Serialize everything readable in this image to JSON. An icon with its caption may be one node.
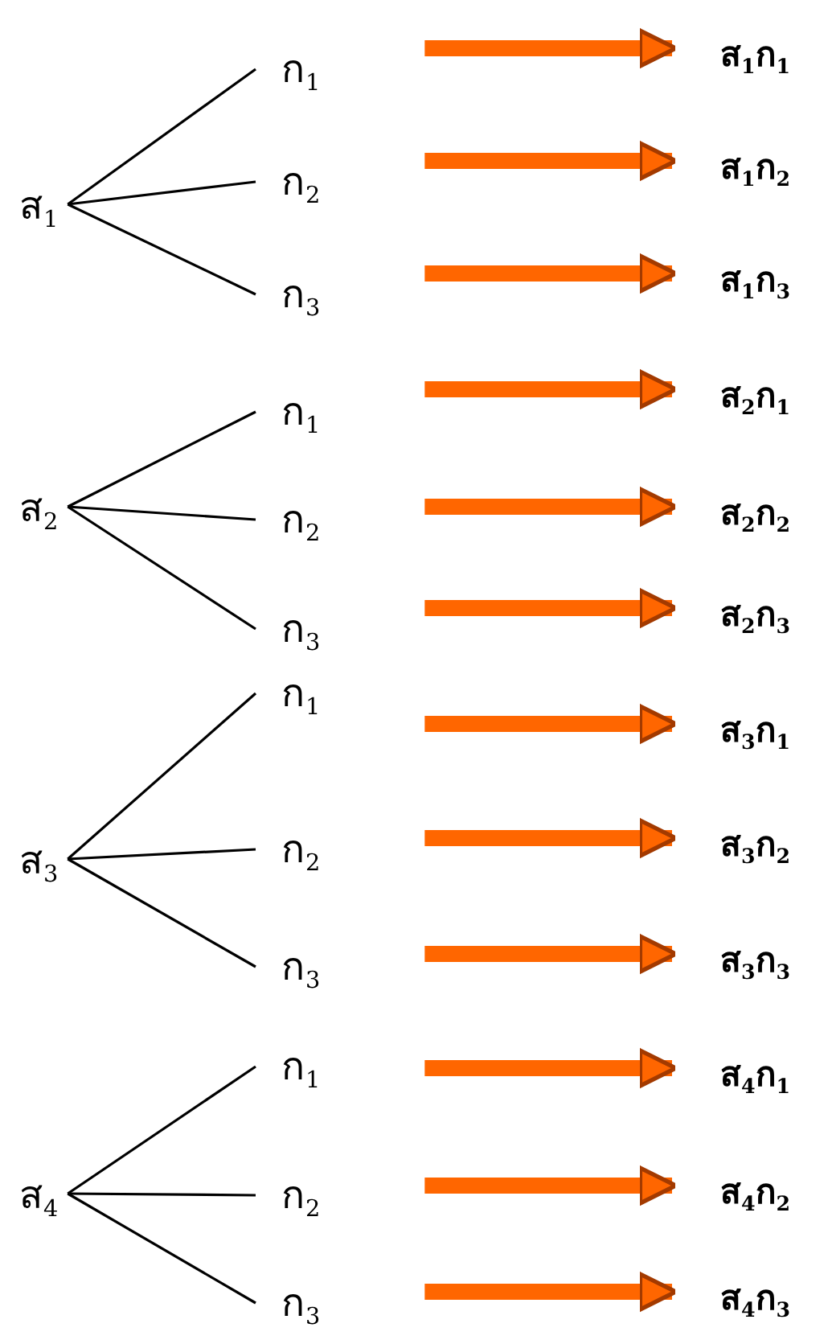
{
  "diagram": {
    "nodes": [
      {
        "text": [
          "ส$_{1}$"
        ]
      },
      {
        "text": [
          "ก$_{1}$"
        ]
      },
      {
        "text": [
          "ส$_{1}$ก$_{1}$"
        ]
      },
      {
        "text": [
          "ก$_{2}$"
        ]
      },
      {
        "text": [
          "ส$_{1}$ก$_{2}$"
        ]
      },
      {
        "text": [
          "ก$_{3}$"
        ]
      },
      {
        "text": [
          "ส$_{1}$ก$_{3}$"
        ]
      },
      {
        "text": [
          "ส$_{2}$"
        ]
      },
      {
        "text": [
          "ก$_{1}$"
        ]
      },
      {
        "text": [
          "ส$_{2}$ก$_{1}$"
        ]
      },
      {
        "text": [
          "ก$_{2}$"
        ]
      },
      {
        "text": [
          "ส$_{2}$ก$_{2}$"
        ]
      },
      {
        "text": [
          "ก$_{3}$"
        ]
      },
      {
        "text": [
          "ส$_{2}$ก$_{3}$"
        ]
      },
      {
        "text": [
          "ส$_{3}$"
        ]
      },
      {
        "text": [
          "ก$_{1}$"
        ]
      },
      {
        "text": [
          "ส$_{3}$ก$_{1}$"
        ]
      },
      {
        "text": [
          "ก$_{2}$"
        ]
      },
      {
        "text": [
          "ส$_{3}$ก$_{2}$"
        ]
      },
      {
        "text": [
          "ก$_{3}$"
        ]
      },
      {
        "text": [
          "ส$_{3}$ก$_{3}$"
        ]
      },
      {
        "text": [
          "ส$_{4}$"
        ]
      },
      {
        "text": [
          "ก$_{1}$"
        ]
      },
      {
        "text": [
          "ส$_{4}$ก$_{1}$"
        ]
      },
      {
        "text": [
          "ก$_{2}$"
        ]
      },
      {
        "text": [
          "ส$_{4}$ก$_{2}$"
        ]
      },
      {
        "text": [
          "ก$_{3}$"
        ]
      },
      {
        "text": [
          "ส$_{4}$ก$_{3}$"
        ]
      }
    ],
    "edges": [
      {
        "from": 0,
        "to": 1,
        "arrow": "none"
      },
      {
        "from": 0,
        "to": 3,
        "arrow": "none"
      },
      {
        "from": 0,
        "to": 5,
        "arrow": "none"
      },
      {
        "from": 1,
        "to": 2,
        "arrow": "to",
        "style": "thick",
        "color": "#ff6600"
      },
      {
        "from": 3,
        "to": 4,
        "arrow": "to",
        "style": "thick",
        "color": "#ff6600"
      },
      {
        "from": 5,
        "to": 6,
        "arrow": "to",
        "style": "thick",
        "color": "#ff6600"
      },
      {
        "from": 7,
        "to": 8,
        "arrow": "none"
      },
      {
        "from": 7,
        "to": 10,
        "arrow": "none"
      },
      {
        "from": 7,
        "to": 12,
        "arrow": "none"
      },
      {
        "from": 8,
        "to": 9,
        "arrow": "to",
        "style": "thick",
        "color": "#ff6600"
      },
      {
        "from": 10,
        "to": 11,
        "arrow": "to",
        "style": "thick",
        "color": "#ff6600"
      },
      {
        "from": 12,
        "to": 13,
        "arrow": "to",
        "style": "thick",
        "color": "#ff6600"
      },
      {
        "from": 14,
        "to": 15,
        "arrow": "none"
      },
      {
        "from": 14,
        "to": 17,
        "arrow": "none"
      },
      {
        "from": 14,
        "to": 19,
        "arrow": "none"
      },
      {
        "from": 15,
        "to": 16,
        "arrow": "to",
        "style": "thick",
        "color": "#ff6600"
      },
      {
        "from": 17,
        "to": 18,
        "arrow": "to",
        "style": "thick",
        "color": "#ff6600"
      },
      {
        "from": 19,
        "to": 20,
        "arrow": "to",
        "style": "thick",
        "color": "#ff6600"
      },
      {
        "from": 21,
        "to": 22,
        "arrow": "none"
      },
      {
        "from": 21,
        "to": 24,
        "arrow": "none"
      },
      {
        "from": 21,
        "to": 26,
        "arrow": "none"
      },
      {
        "from": 22,
        "to": 23,
        "arrow": "to",
        "style": "thick",
        "color": "#ff6600"
      },
      {
        "from": 24,
        "to": 25,
        "arrow": "to",
        "style": "thick",
        "color": "#ff6600"
      },
      {
        "from": 26,
        "to": 27,
        "arrow": "to",
        "style": "thick",
        "color": "#ff6600"
      }
    ]
  }
}
